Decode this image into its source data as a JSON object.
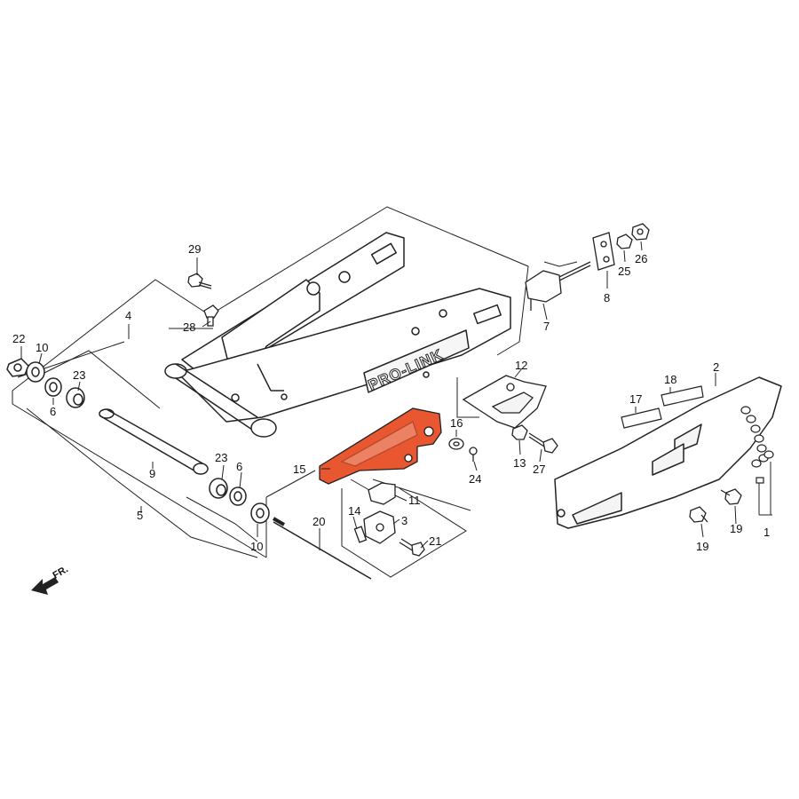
{
  "diagram": {
    "brand_text": "PRO-LINK",
    "direction_label": "FR.",
    "highlight_color": "#e8572f",
    "callouts": {
      "c1": "1",
      "c2": "2",
      "c3": "3",
      "c4": "4",
      "c5": "5",
      "c6a": "6",
      "c6b": "6",
      "c7": "7",
      "c8": "8",
      "c9": "9",
      "c10a": "10",
      "c10b": "10",
      "c11": "11",
      "c12": "12",
      "c13": "13",
      "c14": "14",
      "c15": "15",
      "c16": "16",
      "c17": "17",
      "c18": "18",
      "c19a": "19",
      "c19b": "19",
      "c20": "20",
      "c21": "21",
      "c22": "22",
      "c23a": "23",
      "c23b": "23",
      "c24": "24",
      "c25": "25",
      "c26": "26",
      "c27": "27",
      "c28": "28",
      "c29": "29"
    }
  }
}
